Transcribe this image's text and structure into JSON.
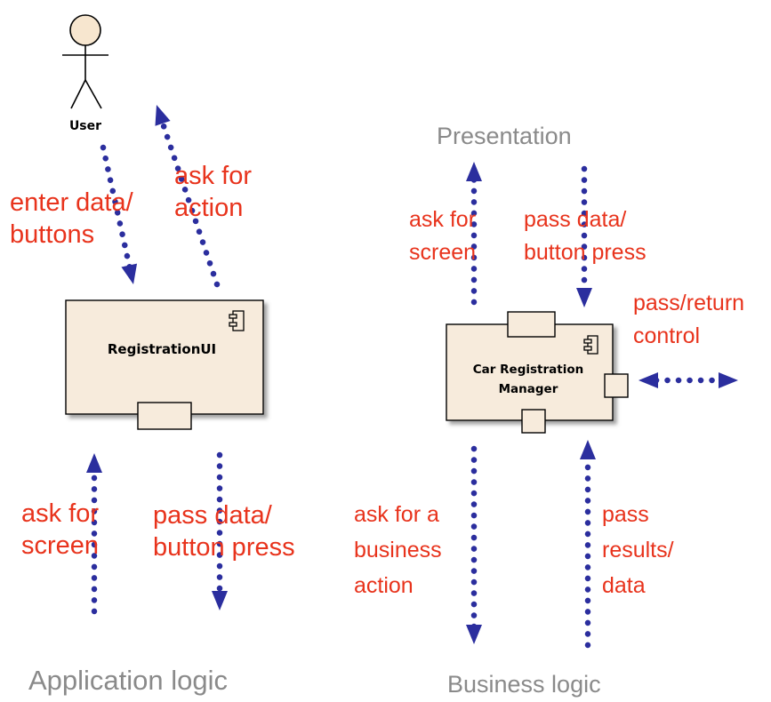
{
  "actor": {
    "label": "User"
  },
  "left": {
    "component": {
      "name": "RegistrationUI"
    },
    "labels": {
      "enter_data": [
        "enter data/",
        "buttons"
      ],
      "ask_for_action": [
        "ask for",
        "action"
      ],
      "ask_for_screen": [
        "ask for",
        "screen"
      ],
      "pass_data": [
        "pass data/",
        "button press"
      ]
    },
    "section_label": "Application logic"
  },
  "right": {
    "section_top": "Presentation",
    "component": {
      "name": [
        "Car Registration",
        "Manager"
      ]
    },
    "labels": {
      "ask_for_screen": [
        "ask for",
        "screen"
      ],
      "pass_data": [
        "pass data/",
        "button press"
      ],
      "pass_return": [
        "pass/return",
        "control"
      ],
      "ask_business": [
        "ask for a",
        "business",
        "action"
      ],
      "pass_results": [
        "pass",
        "results/",
        "data"
      ]
    },
    "section_bottom": "Business logic"
  },
  "colors": {
    "label_text": "#e8331c",
    "arrow": "#2b2e9e",
    "component_fill": "#f7ebdc",
    "section_text": "#8a8a8a"
  }
}
